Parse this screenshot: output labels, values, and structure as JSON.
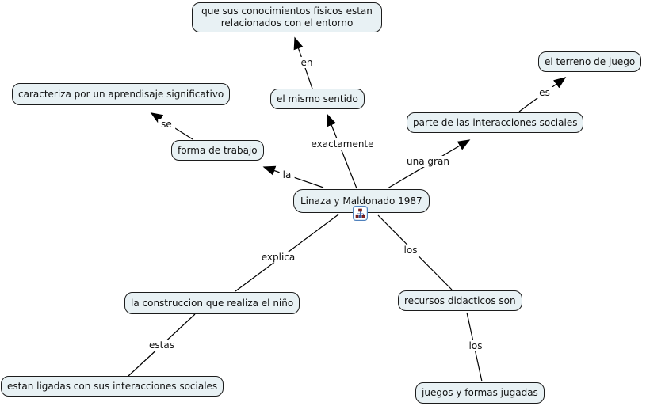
{
  "concept_map": {
    "nodes": [
      {
        "id": "entorno",
        "label": "que sus conocimientos fisicos estan relacionados con el entorno"
      },
      {
        "id": "aprendisaje",
        "label": "caracteriza por un aprendisaje significativo"
      },
      {
        "id": "mismo-sentido",
        "label": "el mismo sentido"
      },
      {
        "id": "terreno",
        "label": "el terreno de juego"
      },
      {
        "id": "interacciones",
        "label": "parte de las interacciones sociales"
      },
      {
        "id": "forma-trabajo",
        "label": "forma de trabajo"
      },
      {
        "id": "linaza",
        "label": "Linaza y Maldonado 1987",
        "icon": "concept-map-resource-icon"
      },
      {
        "id": "construccion",
        "label": "la construccion que realiza el niño"
      },
      {
        "id": "recursos",
        "label": "recursos didacticos son"
      },
      {
        "id": "ligadas",
        "label": "estan ligadas con sus interacciones sociales"
      },
      {
        "id": "juegos",
        "label": "juegos y formas jugadas"
      }
    ],
    "linking_phrases": [
      {
        "label": "en"
      },
      {
        "label": "exactamente"
      },
      {
        "label": "la"
      },
      {
        "label": "se"
      },
      {
        "label": "una gran"
      },
      {
        "label": "es"
      },
      {
        "label": "explica"
      },
      {
        "label": "los"
      },
      {
        "label": "estas"
      },
      {
        "label": "los"
      }
    ],
    "colors": {
      "canvas_bg": "#ffffff",
      "node_fill": "#e8f1f4",
      "node_border": "#1c1c1c",
      "line": "#000000",
      "icon_border": "#4f81bd"
    }
  }
}
